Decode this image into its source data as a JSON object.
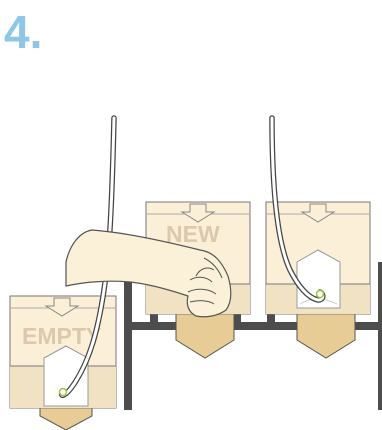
{
  "step": {
    "number": "4."
  },
  "labels": {
    "empty": "EMPTY",
    "new": "NEW"
  },
  "colors": {
    "step_number": "#8ec6e6",
    "box_body": "#fbefd8",
    "box_shade": "#f2e2c4",
    "funnel": "#e8cc96",
    "label_text": "#dcc8ac",
    "rack": "#4d4d4d",
    "hand": "#fbf0d8",
    "tube_end": "#9bc53d"
  }
}
